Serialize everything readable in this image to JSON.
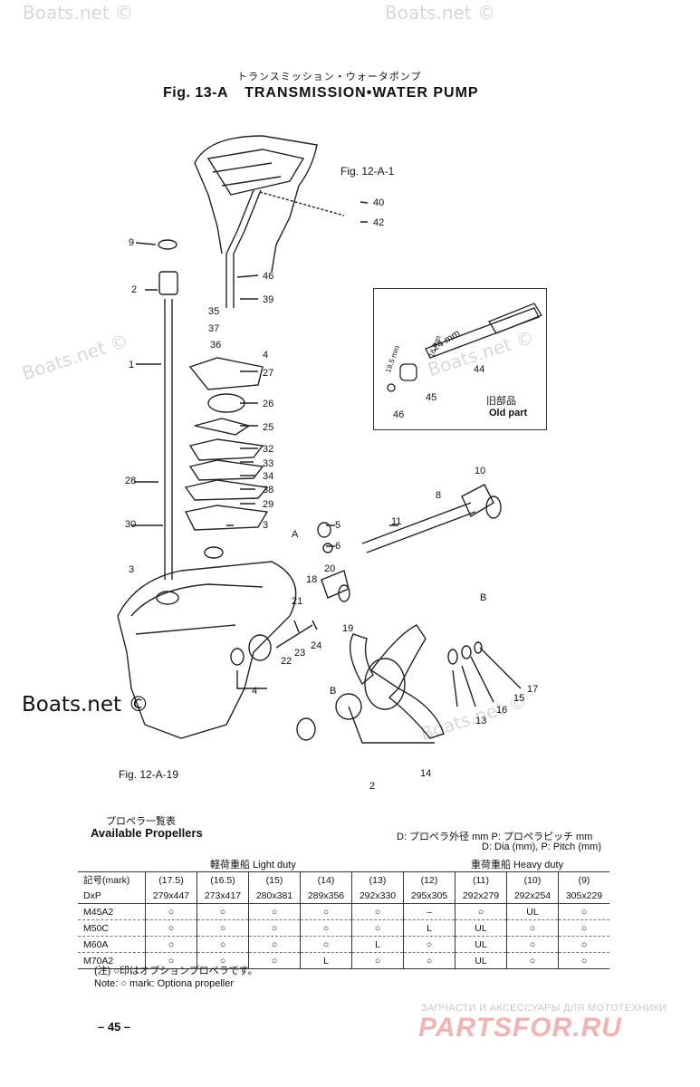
{
  "watermarks": [
    "Boats.net ©",
    "Boats.net ©",
    "Boats.net ©",
    "Boats.net ©",
    "Boats.net ©"
  ],
  "title_kana": "トランスミッション・ウォータポンプ",
  "fig_no": "Fig. 13-A",
  "fig_title": "TRANSMISSION•WATER PUMP",
  "refs": {
    "top": "Fig. 12-A-1",
    "bottom": "Fig. 12-A-19"
  },
  "boats_big": "Boats.net ©",
  "labels": {
    "n40": "40",
    "n42": "42",
    "n9": "9",
    "n2a": "2",
    "n46": "46",
    "n39": "39",
    "n35": "35",
    "n37": "37",
    "n36": "36",
    "n4a": "4",
    "n1": "1",
    "n27": "27",
    "n26a": "26",
    "n25": "25",
    "n32": "32",
    "n33": "33",
    "n34": "34",
    "n38": "38",
    "n29": "29",
    "n3a": "3",
    "n28": "28",
    "n30": "30",
    "n3b": "3",
    "n5": "5",
    "n6": "6",
    "n8": "8",
    "n10": "10",
    "n11": "11",
    "n18": "18",
    "n20": "20",
    "n21": "21",
    "n19": "19",
    "n24": "24",
    "n23": "23",
    "n22": "22",
    "n4b": "4",
    "n16": "16",
    "n15": "15",
    "n17": "17",
    "n13": "13",
    "n14": "14",
    "n2b": "2",
    "mA": "A",
    "mB": "B",
    "mBb": "B"
  },
  "old_part": {
    "kana": "旧部品",
    "label": "Old part",
    "n44": "44",
    "n45": "45",
    "n46": "46",
    "d1": "24 mm",
    "d2": "16 mm",
    "d3": "19.5 mm"
  },
  "available_kana": "プロペラ一覧表",
  "available": "Available Propellers",
  "legend1": "D: プロペラ外径 mm  P: プロペラピッチ mm",
  "legend2": "D: Dia (mm), P: Pitch (mm)",
  "duty": {
    "light": "軽荷重船 Light duty",
    "heavy": "重荷重船 Heavy duty"
  },
  "table": {
    "head1": [
      "記号(mark)",
      "(17.5)",
      "(16.5)",
      "(15)",
      "(14)",
      "(13)",
      "(12)",
      "(11)",
      "(10)",
      "(9)"
    ],
    "head2": [
      "DxP",
      "279x447",
      "273x417",
      "280x381",
      "289x356",
      "292x330",
      "295x305",
      "292x279",
      "292x254",
      "305x229"
    ],
    "rows": [
      [
        "M45A2",
        "○",
        "○",
        "○",
        "○",
        "○",
        "–",
        "○",
        "UL",
        "○"
      ],
      [
        "M50C",
        "○",
        "○",
        "○",
        "○",
        "○",
        "L",
        "UL",
        "○",
        "○"
      ],
      [
        "M60A",
        "○",
        "○",
        "○",
        "○",
        "L",
        "○",
        "UL",
        "○",
        "○"
      ],
      [
        "M70A2",
        "○",
        "○",
        "○",
        "L",
        "○",
        "○",
        "UL",
        "○",
        "○"
      ]
    ]
  },
  "note_kana": "(注) ○印はオプションプロペラです。",
  "note": "Note: ○ mark: Optiona propeller",
  "page_no": "– 45 –",
  "brand_small": "ЗАПЧАСТИ И АКСЕССУАРЫ ДЛЯ МОТОТЕХНИКИ",
  "brand_big": "PARTSFOR.RU"
}
